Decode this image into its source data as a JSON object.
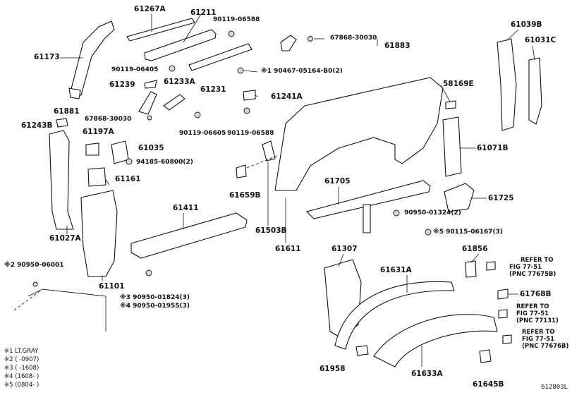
{
  "diagram_id": "612803L",
  "labels": [
    {
      "key": "p61267a",
      "text": "61267A"
    },
    {
      "key": "p61211",
      "text": "61211"
    },
    {
      "key": "p90119_06588a",
      "text": "90119-06588"
    },
    {
      "key": "p67868_30030a",
      "text": "67868-30030"
    },
    {
      "key": "p61883",
      "text": "61883"
    },
    {
      "key": "p61039b",
      "text": "61039B"
    },
    {
      "key": "p61031c",
      "text": "61031C"
    },
    {
      "key": "p61173",
      "text": "61173"
    },
    {
      "key": "p90119_06405",
      "text": "90119-06405"
    },
    {
      "key": "p90467",
      "text": "※1 90467-05164-B0(2)"
    },
    {
      "key": "p61239",
      "text": "61239"
    },
    {
      "key": "p61233a",
      "text": "61233A"
    },
    {
      "key": "p61231",
      "text": "61231"
    },
    {
      "key": "p58169e",
      "text": "58169E"
    },
    {
      "key": "p61241a",
      "text": "61241A"
    },
    {
      "key": "p61881",
      "text": "61881"
    },
    {
      "key": "p67868_30030b",
      "text": "67868-30030"
    },
    {
      "key": "p61243b",
      "text": "61243B"
    },
    {
      "key": "p90119_06605",
      "text": "90119-06605"
    },
    {
      "key": "p90119_06588b",
      "text": "90119-06588"
    },
    {
      "key": "p61197a",
      "text": "61197A"
    },
    {
      "key": "p61035",
      "text": "61035"
    },
    {
      "key": "p61071b",
      "text": "61071B"
    },
    {
      "key": "p94185",
      "text": "94185-60800(2)"
    },
    {
      "key": "p61161",
      "text": "61161"
    },
    {
      "key": "p61659b",
      "text": "61659B"
    },
    {
      "key": "p61705",
      "text": "61705"
    },
    {
      "key": "p61725",
      "text": "61725"
    },
    {
      "key": "p61411",
      "text": "61411"
    },
    {
      "key": "p90950_01324",
      "text": "90950-01324(2)"
    },
    {
      "key": "p61503b",
      "text": "61503B"
    },
    {
      "key": "p61027a",
      "text": "61027A"
    },
    {
      "key": "p90115",
      "text": "※5 90115-06167(3)"
    },
    {
      "key": "p61611",
      "text": "61611"
    },
    {
      "key": "p61307",
      "text": "61307"
    },
    {
      "key": "p61856",
      "text": "61856"
    },
    {
      "key": "p90950_06001",
      "text": "※2 90950-06001"
    },
    {
      "key": "p61631a",
      "text": "61631A"
    },
    {
      "key": "p61101",
      "text": "61101"
    },
    {
      "key": "p61768b",
      "text": "61768B"
    },
    {
      "key": "p90950_01824",
      "text": "※3 90950-01824(3)"
    },
    {
      "key": "p90950_01955",
      "text": "※4 90950-01955(3)"
    },
    {
      "key": "p61958",
      "text": "61958"
    },
    {
      "key": "p61633a",
      "text": "61633A"
    },
    {
      "key": "p61645b",
      "text": "61645B"
    }
  ],
  "refs": [
    {
      "line1": "REFER TO",
      "line2": "FIG 77-51",
      "line3": "(PNC 77675B)"
    },
    {
      "line1": "REFER TO",
      "line2": "FIG 77-51",
      "line3": "(PNC 77131)"
    },
    {
      "line1": "REFER TO",
      "line2": "FIG 77-51",
      "line3": "(PNC 77676B)"
    }
  ],
  "notes": [
    "※1 LT.GRAY",
    "※2 (      -0907)",
    "※3 (      -1608)",
    "※4 (1608-      )",
    "※5 (0804-      )"
  ]
}
